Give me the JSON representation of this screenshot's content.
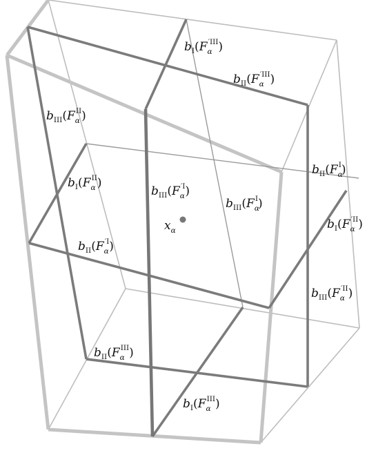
{
  "labels": {
    "b_I_F_III_prime": {
      "base": "b",
      "idx": "I",
      "op": "(",
      "F": "F",
      "alpha": "α",
      "sup": "′III",
      "cl": ")"
    },
    "b_II_F_III_prime": {
      "base": "b",
      "idx": "II",
      "op": "(",
      "F": "F",
      "alpha": "α",
      "sup": "′III",
      "cl": ")"
    },
    "b_III_F_II": {
      "base": "b",
      "idx": "III",
      "op": "(",
      "F": "F",
      "alpha": "α",
      "sup": "II",
      "cl": ")"
    },
    "b_II_F_I": {
      "base": "b",
      "idx": "II",
      "op": "(",
      "F": "F",
      "alpha": "α",
      "sup": "I",
      "cl": ")"
    },
    "b_I_F_II": {
      "base": "b",
      "idx": "I",
      "op": "(",
      "F": "F",
      "alpha": "α",
      "sup": "II",
      "cl": ")"
    },
    "b_III_F_I_prime": {
      "base": "b",
      "idx": "III",
      "op": "(",
      "F": "F",
      "alpha": "α",
      "sup": "′I",
      "cl": ")"
    },
    "b_III_F_I": {
      "base": "b",
      "idx": "III",
      "op": "(",
      "F": "F",
      "alpha": "α",
      "sup": "I",
      "cl": ")"
    },
    "b_I_F_II_prime": {
      "base": "b",
      "idx": "I",
      "op": "(",
      "F": "F",
      "alpha": "α",
      "sup": "′II",
      "cl": ")"
    },
    "b_II_F_I_prime": {
      "base": "b",
      "idx": "II",
      "op": "(",
      "F": "F",
      "alpha": "α",
      "sup": "′I",
      "cl": ")"
    },
    "b_III_F_II_prime": {
      "base": "b",
      "idx": "III",
      "op": "(",
      "F": "F",
      "alpha": "α",
      "sup": "′II",
      "cl": ")"
    },
    "b_II_F_III": {
      "base": "b",
      "idx": "II",
      "op": "(",
      "F": "F",
      "alpha": "α",
      "sup": "III",
      "cl": ")"
    },
    "b_I_F_III": {
      "base": "b",
      "idx": "I",
      "op": "(",
      "F": "F",
      "alpha": "α",
      "sup": "III",
      "cl": ")"
    },
    "x_alpha": {
      "base": "x",
      "sub": "α"
    }
  },
  "colors": {
    "outer_box": "#bdbdbd",
    "inner_face": "#7a7a7a",
    "thin_edge": "#9a9a9a",
    "center_point": "#777777",
    "text": "#111111"
  }
}
